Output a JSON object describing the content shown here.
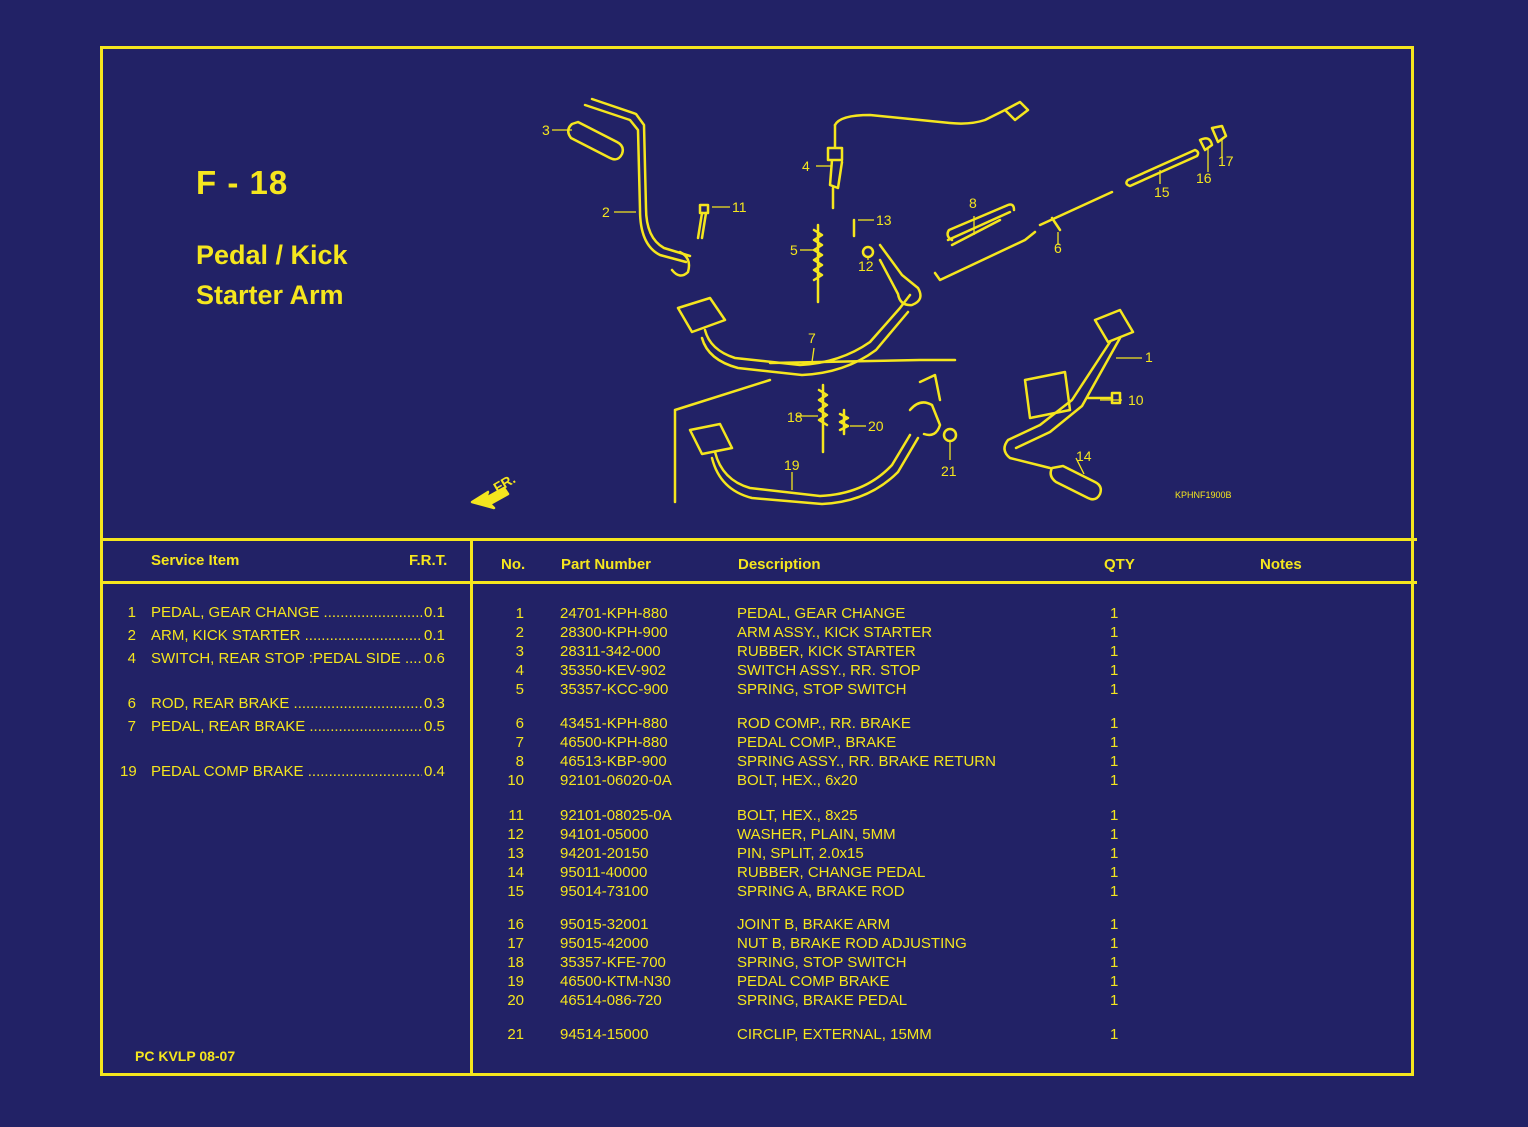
{
  "figure": {
    "code": "F - 18",
    "title_lines": [
      "Pedal / Kick",
      "Starter Arm"
    ],
    "diagram_code": "KPHNF1900B",
    "front_label": "FR.",
    "callouts": [
      "1",
      "2",
      "3",
      "4",
      "5",
      "6",
      "7",
      "8",
      "10",
      "11",
      "12",
      "13",
      "14",
      "15",
      "16",
      "17",
      "18",
      "19",
      "20",
      "21"
    ]
  },
  "service_table": {
    "headers": {
      "item": "Service Item",
      "frt": "F.R.T."
    },
    "rows": [
      {
        "no": "1",
        "name": "PEDAL, GEAR CHANGE",
        "frt": "0.1"
      },
      {
        "no": "2",
        "name": "ARM, KICK STARTER",
        "frt": "0.1"
      },
      {
        "no": "4",
        "name": "SWITCH, REAR STOP :PEDAL SIDE",
        "frt": "0.6"
      },
      {
        "no": "6",
        "name": "ROD, REAR BRAKE",
        "frt": "0.3"
      },
      {
        "no": "7",
        "name": "PEDAL, REAR BRAKE",
        "frt": "0.5"
      },
      {
        "no": "19",
        "name": "PEDAL COMP BRAKE",
        "frt": "0.4"
      }
    ]
  },
  "parts_table": {
    "headers": {
      "no": "No.",
      "part_number": "Part Number",
      "description": "Description",
      "qty": "QTY",
      "notes": "Notes"
    },
    "rows": [
      {
        "no": "1",
        "pn": "24701-KPH-880",
        "desc": "PEDAL, GEAR CHANGE",
        "qty": "1"
      },
      {
        "no": "2",
        "pn": "28300-KPH-900",
        "desc": "ARM ASSY., KICK STARTER",
        "qty": "1"
      },
      {
        "no": "3",
        "pn": "28311-342-000",
        "desc": "RUBBER, KICK STARTER",
        "qty": "1"
      },
      {
        "no": "4",
        "pn": "35350-KEV-902",
        "desc": "SWITCH ASSY., RR. STOP",
        "qty": "1"
      },
      {
        "no": "5",
        "pn": "35357-KCC-900",
        "desc": "SPRING, STOP SWITCH",
        "qty": "1"
      },
      {
        "no": "6",
        "pn": "43451-KPH-880",
        "desc": "ROD COMP., RR. BRAKE",
        "qty": "1"
      },
      {
        "no": "7",
        "pn": "46500-KPH-880",
        "desc": "PEDAL COMP., BRAKE",
        "qty": "1"
      },
      {
        "no": "8",
        "pn": "46513-KBP-900",
        "desc": "SPRING ASSY., RR. BRAKE RETURN",
        "qty": "1"
      },
      {
        "no": "10",
        "pn": "92101-06020-0A",
        "desc": "BOLT, HEX., 6x20",
        "qty": "1"
      },
      {
        "no": "11",
        "pn": "92101-08025-0A",
        "desc": "BOLT, HEX., 8x25",
        "qty": "1"
      },
      {
        "no": "12",
        "pn": "94101-05000",
        "desc": "WASHER, PLAIN, 5MM",
        "qty": "1"
      },
      {
        "no": "13",
        "pn": "94201-20150",
        "desc": "PIN, SPLIT, 2.0x15",
        "qty": "1"
      },
      {
        "no": "14",
        "pn": "95011-40000",
        "desc": "RUBBER, CHANGE PEDAL",
        "qty": "1"
      },
      {
        "no": "15",
        "pn": "95014-73100",
        "desc": "SPRING A, BRAKE ROD",
        "qty": "1"
      },
      {
        "no": "16",
        "pn": "95015-32001",
        "desc": "JOINT B, BRAKE ARM",
        "qty": "1"
      },
      {
        "no": "17",
        "pn": "95015-42000",
        "desc": "NUT B, BRAKE ROD ADJUSTING",
        "qty": "1"
      },
      {
        "no": "18",
        "pn": "35357-KFE-700",
        "desc": "SPRING, STOP SWITCH",
        "qty": "1"
      },
      {
        "no": "19",
        "pn": "46500-KTM-N30",
        "desc": "PEDAL COMP BRAKE",
        "qty": "1"
      },
      {
        "no": "20",
        "pn": "46514-086-720",
        "desc": "SPRING, BRAKE PEDAL",
        "qty": "1"
      },
      {
        "no": "21",
        "pn": "94514-15000",
        "desc": "CIRCLIP, EXTERNAL, 15MM",
        "qty": "1"
      }
    ]
  },
  "footer": {
    "code": "PC KVLP 08-07"
  },
  "colors": {
    "background": "#222266",
    "ink": "#f5e61e"
  }
}
